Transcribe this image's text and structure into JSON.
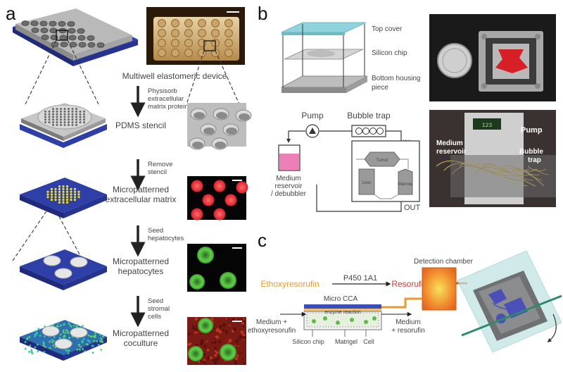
{
  "panels": {
    "a": {
      "letter": "a",
      "device_label": "Multiwell elastomeric device",
      "steps": [
        {
          "arrow_text": [
            "Physisorb",
            "extracellular",
            "matrix protein"
          ],
          "stage_label": [
            "PDMS stencil"
          ]
        },
        {
          "arrow_text": [
            "Remove",
            "stencil"
          ],
          "stage_label": [
            "Micropatterned",
            "extracellular matrix"
          ]
        },
        {
          "arrow_text": [
            "Seed",
            "hepatocytes"
          ],
          "stage_label": [
            "Micropatterned",
            "hepatocytes"
          ]
        },
        {
          "arrow_text": [
            "Seed",
            "stromal",
            "cells"
          ],
          "stage_label": [
            "Micropatterned",
            "coculture"
          ]
        }
      ]
    },
    "b": {
      "letter": "b",
      "layers": [
        "Top cover",
        "Silicon chip",
        "Bottom housing",
        "piece"
      ],
      "schematic": {
        "pump": "Pump",
        "bubble_trap": "Bubble trap",
        "in": "IN",
        "out": "OUT",
        "reservoir": [
          "Medium",
          "reservoir",
          "/ debubbler"
        ],
        "chambers": [
          "Tumor",
          "Liver",
          "Marrow"
        ]
      },
      "photo_labels": {
        "pump": "Pump",
        "reservoir": [
          "Medium",
          "reservoir"
        ],
        "bubble": [
          "Bubble",
          "trap"
        ],
        "display": "123"
      }
    },
    "c": {
      "letter": "c",
      "substrate": "Ethoxyresorufin",
      "enzyme": "P450 1A1",
      "product": "Resorufin",
      "detection": "Detection chamber",
      "device": "Micro CCA",
      "reaction": "enzyme reaction",
      "inlet": [
        "Medium +",
        "ethoxyresorufin"
      ],
      "outlet": [
        "Medium",
        "+ resorufin"
      ],
      "bottom": [
        "Silicon chip",
        "Matrigel",
        "Cell"
      ]
    }
  },
  "colors": {
    "device_blue": "#2f3fa8",
    "ecm_red": "#e8303a",
    "hepatocyte_green": "#4fbf3a",
    "substrate_orange": "#e79a2e",
    "product_red": "#d8362c",
    "reservoir_pink": "#ee7fb6",
    "cover_cyan": "#8fd3dd"
  }
}
